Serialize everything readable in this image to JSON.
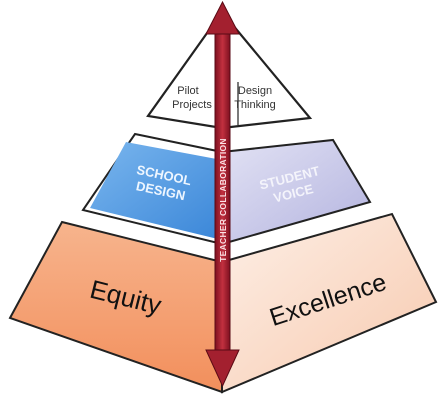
{
  "diagram": {
    "tiers": {
      "top": {
        "left_label": [
          "Pilot",
          "Projects"
        ],
        "right_label": [
          "Design",
          "Thinking"
        ]
      },
      "middle": {
        "left_label": [
          "SCHOOL",
          "DESIGN"
        ],
        "right_label": [
          "STUDENT",
          "VOICE"
        ]
      },
      "bottom": {
        "left_label": "Equity",
        "right_label": "Excellence"
      }
    },
    "arrow_label": "TEACHER COLLABORATION",
    "colors": {
      "bottom_left": "#f5a57a",
      "bottom_right": "#fbe4d6",
      "middle_left": "#4f9be0",
      "middle_right": "#c9c9ea",
      "arrow": "#a3202f"
    }
  }
}
